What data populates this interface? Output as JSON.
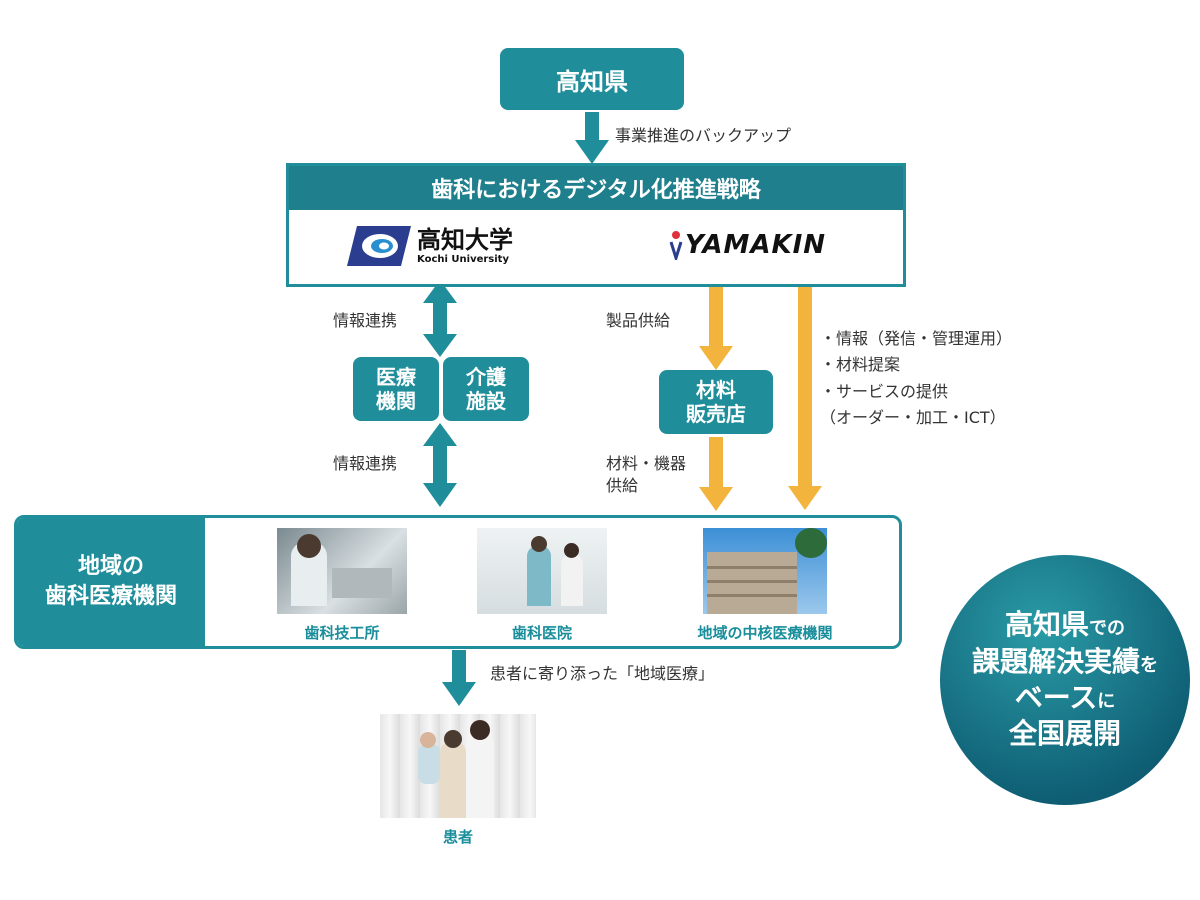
{
  "top_box": "高知県",
  "backup_label": "事業推進のバックアップ",
  "strategy_title": "歯科におけるデジタル化推進戦略",
  "kochi_univ": {
    "jp": "高知大学",
    "en": "Kochi University"
  },
  "yamakin": "YAMAKIN",
  "info_link_1": "情報連携",
  "info_link_2": "情報連携",
  "medical": {
    "line1": "医療",
    "line2": "機関"
  },
  "care": {
    "line1": "介護",
    "line2": "施設"
  },
  "product_supply": "製品供給",
  "material_store": {
    "line1": "材料",
    "line2": "販売店"
  },
  "material_supply": {
    "line1": "材料・機器",
    "line2": "供給"
  },
  "info_list": [
    "・情報（発信・管理運用）",
    "・材料提案",
    "・サービスの提供",
    "（オーダー・加工・ICT）"
  ],
  "region": {
    "line1": "地域の",
    "line2": "歯科医療機関"
  },
  "captions": [
    "歯科技工所",
    "歯科医院",
    "地域の中核医療機関"
  ],
  "patient_label": "患者に寄り添った「地域医療」",
  "patient": "患者",
  "circle": {
    "l1": "高知県",
    "l1s": "での",
    "l2": "課題解決実績",
    "l2s": "を",
    "l3": "ベース",
    "l3s": "に",
    "l4": "全国展開"
  },
  "colors": {
    "teal": "#1f8e9a",
    "orange": "#f2b43c",
    "navy": "#2a3d8f"
  }
}
